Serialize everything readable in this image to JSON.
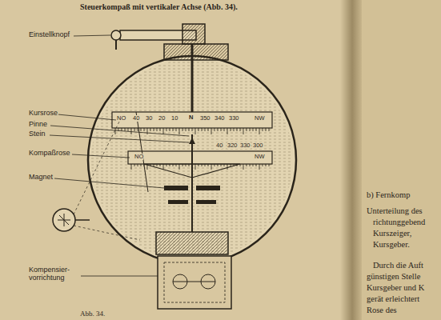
{
  "diagram": {
    "title": "Steuerkompaß mit vertikaler Achse (Abb. 34).",
    "caption": "Abb. 34.",
    "labels": [
      "Einstellknopf",
      "Kursrose",
      "Pinne",
      "Stein",
      "Kompaßrose",
      "Magnet",
      "Kompensier- vorrichtung",
      "NO",
      "40",
      "30",
      "20",
      "10",
      "N",
      "350",
      "340",
      "330",
      "NW",
      "NO",
      "40",
      "320",
      "330",
      "300",
      "NW",
      "b) Fernkomp",
      "Unterteilung des",
      "richtunggebend",
      "Kurszeiger,",
      "Kursgeber.",
      "Durch die Auft",
      "günstigen Stelle",
      "Kursgeber und K",
      "gerät erleichtert",
      "Rose des"
    ]
  }
}
